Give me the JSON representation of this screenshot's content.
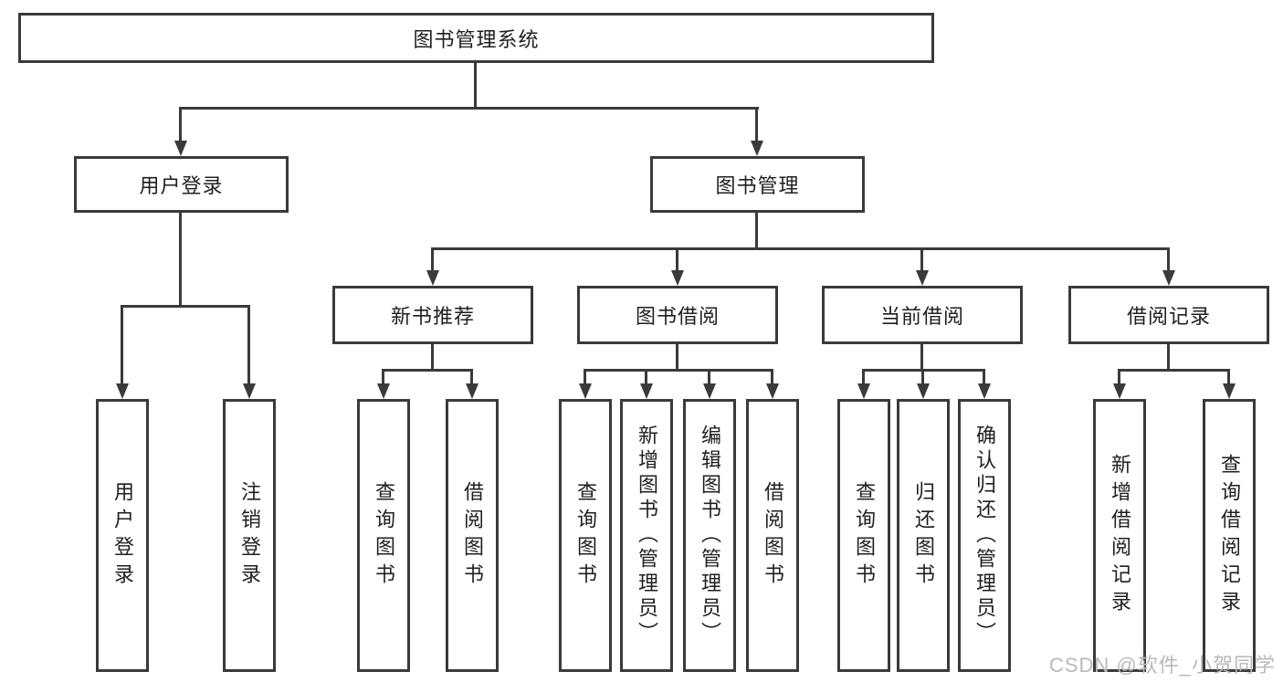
{
  "diagram": {
    "tree": {
      "root": {
        "label": "图书管理系统",
        "children": [
          {
            "label": "用户登录",
            "children": [
              {
                "label": "用户登录"
              },
              {
                "label": "注销登录"
              }
            ]
          },
          {
            "label": "图书管理",
            "children": [
              {
                "label": "新书推荐",
                "children": [
                  {
                    "label": "查询图书"
                  },
                  {
                    "label": "借阅图书"
                  }
                ]
              },
              {
                "label": "图书借阅",
                "children": [
                  {
                    "label": "查询图书"
                  },
                  {
                    "label": "新增图书（管理员）"
                  },
                  {
                    "label": "编辑图书（管理员）"
                  },
                  {
                    "label": "借阅图书"
                  }
                ]
              },
              {
                "label": "当前借阅",
                "children": [
                  {
                    "label": "查询图书"
                  },
                  {
                    "label": "归还图书"
                  },
                  {
                    "label": "确认归还（管理员）"
                  }
                ]
              },
              {
                "label": "借阅记录",
                "children": [
                  {
                    "label": "新增借阅记录"
                  },
                  {
                    "label": "查询借阅记录"
                  }
                ]
              }
            ]
          }
        ]
      }
    },
    "colors": {
      "line": "#3a3a3a",
      "text": "#1f1f1f",
      "background": "#ffffff",
      "watermark": "#b9b9b9"
    }
  },
  "watermark": {
    "text": "CSDN @软件_小贺同学"
  }
}
